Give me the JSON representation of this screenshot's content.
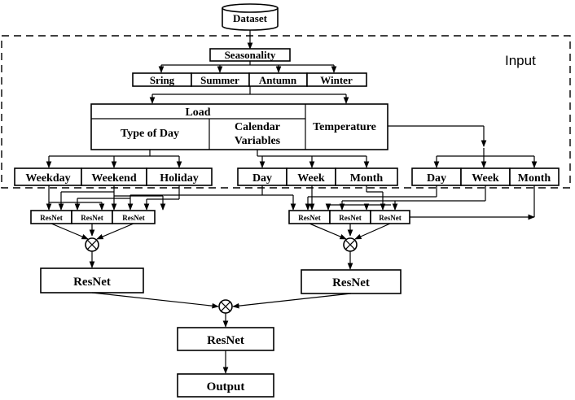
{
  "region_label": "Input",
  "dataset": "Dataset",
  "seasonality": {
    "title": "Seasonality",
    "seasons": [
      "Sring",
      "Summer",
      "Antumn",
      "Winter"
    ]
  },
  "load": {
    "title": "Load",
    "type_of_day": "Type of Day",
    "calendar_line1": "Calendar",
    "calendar_line2": "Variables",
    "temperature": "Temperature"
  },
  "day_types": [
    "Weekday",
    "Weekend",
    "Holiday"
  ],
  "calendar_vars": [
    "Day",
    "Week",
    "Month"
  ],
  "temperature_vars": [
    "Day",
    "Week",
    "Month"
  ],
  "resnet_small": "ResNet",
  "resnet_big": "ResNet",
  "output": "Output"
}
